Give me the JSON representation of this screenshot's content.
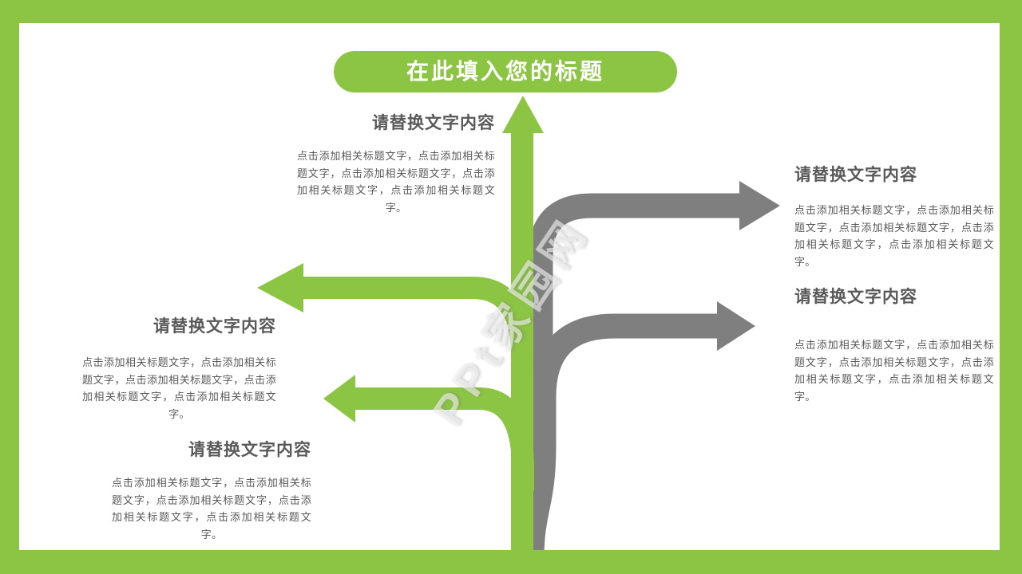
{
  "slide": {
    "title": "在此填入您的标题",
    "watermark": "PPt家园网",
    "colors": {
      "accent_green": "#8CC444",
      "arrow_gray": "#7F7F7F",
      "text_gray": "#595959",
      "background": "#FFFFFF",
      "title_text": "#FFFFFF"
    },
    "diagram": {
      "trunk_arrow": "up-arrow",
      "branch_arrows": [
        "right-arrow-upper",
        "right-arrow-lower",
        "left-arrow-upper",
        "left-arrow-lower"
      ]
    },
    "blocks": [
      {
        "id": "top-center",
        "heading": "请替换文字内容",
        "body": "点击添加相关标题文字，点击添加相关标题文字，点击添加相关标题文字，点击添加相关标题文字，点击添加相关标题文字。"
      },
      {
        "id": "right-upper",
        "heading": "请替换文字内容",
        "body": "点击添加相关标题文字，点击添加相关标题文字，点击添加相关标题文字，点击添加相关标题文字，点击添加相关标题文字。"
      },
      {
        "id": "right-lower",
        "heading": "请替换文字内容",
        "body": "点击添加相关标题文字，点击添加相关标题文字，点击添加相关标题文字，点击添加相关标题文字，点击添加相关标题文字。"
      },
      {
        "id": "left-middle",
        "heading": "请替换文字内容",
        "body": "点击添加相关标题文字，点击添加相关标题文字，点击添加相关标题文字，点击添加相关标题文字，点击添加相关标题文字。"
      },
      {
        "id": "left-bottom",
        "heading": "请替换文字内容",
        "body": "点击添加相关标题文字，点击添加相关标题文字，点击添加相关标题文字，点击添加相关标题文字，点击添加相关标题文字。"
      }
    ]
  }
}
